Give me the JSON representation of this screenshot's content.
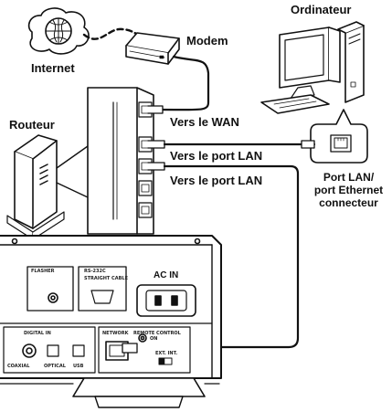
{
  "labels": {
    "computer": "Ordinateur",
    "modem": "Modem",
    "internet": "Internet",
    "router": "Routeur",
    "to_wan": "Vers le WAN",
    "to_lan_1": "Vers le port LAN",
    "to_lan_2": "Vers le port LAN",
    "lan_port_line1": "Port LAN/",
    "lan_port_line2": "port Ethernet",
    "lan_port_line3": "connecteur"
  },
  "device_panel": {
    "flasher": "FLASHER",
    "rs232c": "RS-232C",
    "rs232c_sub": "STRAIGHT CABLE",
    "ac_in": "AC IN",
    "digital_in": "DIGITAL IN",
    "network": "NETWORK",
    "remote_control": "REMOTE CONTROL",
    "coaxial": "COAXIAL",
    "optical": "OPTICAL",
    "usb": "USB",
    "on": "ON",
    "ext_int": "EXT.  INT."
  }
}
